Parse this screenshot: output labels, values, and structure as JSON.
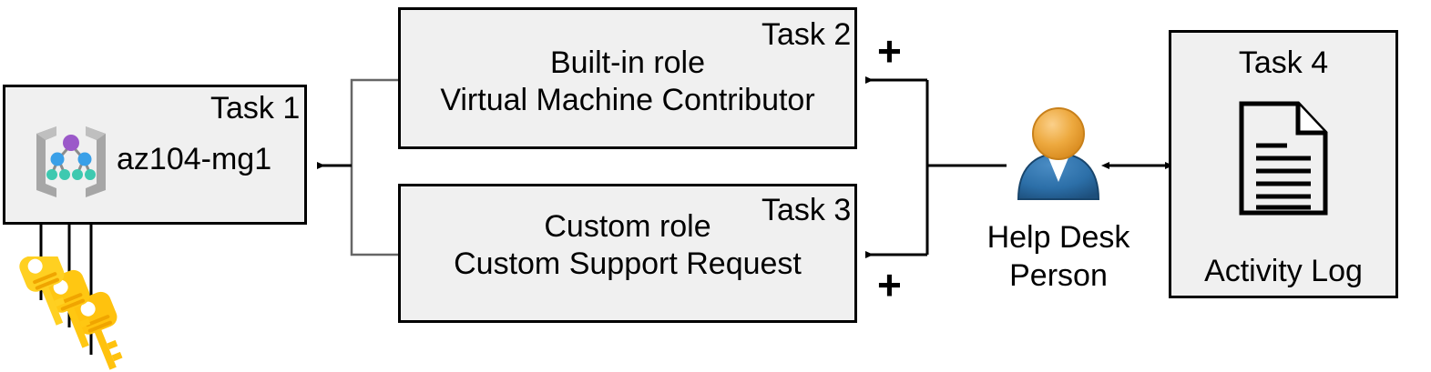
{
  "diagram": {
    "title": "Azure RBAC task diagram",
    "colors": {
      "box_fill": "#f0f0f0",
      "box_stroke": "#000000",
      "connector": "#000000",
      "mg_bracket": "#a6a6a6",
      "mg_node_top": "#9b59c9",
      "mg_node_mid": "#3aa0e8",
      "mg_node_leaf": "#3ec9b0",
      "key_gold": "#ffc20e",
      "key_gold_light": "#ffd74a",
      "key_gold_dark": "#f5a623",
      "person_head": "#e8a33d",
      "person_body": "#2c6fa8",
      "person_collar": "#ffffff"
    },
    "nodes": {
      "task1": {
        "tag": "Task 1",
        "label": "az104-mg1",
        "icon": "management-group-icon"
      },
      "task2": {
        "tag": "Task 2",
        "line1": "Built-in role",
        "line2": "Virtual Machine Contributor"
      },
      "task3": {
        "tag": "Task 3",
        "line1": "Custom role",
        "line2": "Custom Support Request"
      },
      "task4": {
        "tag": "Task 4",
        "label": "Activity Log",
        "icon": "document-icon"
      },
      "person": {
        "line1": "Help Desk",
        "line2": "Person",
        "icon": "user-icon"
      },
      "keys": {
        "icon": "keys-icon",
        "count": 3
      }
    },
    "operators": {
      "plus_top": "+",
      "plus_bottom": "+"
    }
  }
}
